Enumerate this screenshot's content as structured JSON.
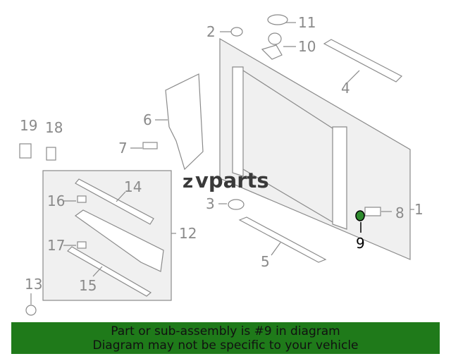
{
  "watermark": {
    "brand": "vparts",
    "logo_letter": "z"
  },
  "callouts": {
    "c1": "1",
    "c2": "2",
    "c3": "3",
    "c4": "4",
    "c5": "5",
    "c6": "6",
    "c7": "7",
    "c8": "8",
    "c9": "9",
    "c10": "10",
    "c11": "11",
    "c12": "12",
    "c13": "13",
    "c14": "14",
    "c15": "15",
    "c16": "16",
    "c17": "17",
    "c18": "18",
    "c19": "19"
  },
  "highlight_part": "9",
  "banner": {
    "line1": "Part or sub-assembly is #9 in diagram",
    "line2": "Diagram may not be specific to your vehicle"
  },
  "colors": {
    "banner": "#1f7a1a",
    "line": "#8a8a8a",
    "highlight": "#000000"
  }
}
